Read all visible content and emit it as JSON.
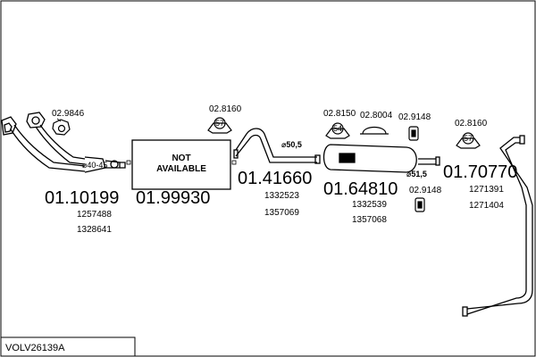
{
  "diagram": {
    "code": "VOLV26139A",
    "not_available_line1": "NOT",
    "not_available_line2": "AVAILABLE",
    "parts": [
      {
        "main": "01.10199",
        "refs": [
          "1257488",
          "1328641"
        ]
      },
      {
        "main": "01.99930",
        "refs": []
      },
      {
        "main": "01.41660",
        "refs": [
          "1332523",
          "1357069"
        ]
      },
      {
        "main": "01.64810",
        "refs": [
          "1332539",
          "1357068"
        ]
      },
      {
        "main": "01.70770",
        "refs": [
          "1271391",
          "1271404"
        ]
      }
    ],
    "accessories": [
      {
        "code": "02.9846"
      },
      {
        "code": "02.8160",
        "badge": "57"
      },
      {
        "code": "02.8150",
        "badge": "54"
      },
      {
        "code": "02.8004"
      },
      {
        "code": "02.9148"
      },
      {
        "code": "02.9148"
      },
      {
        "code": "02.8160",
        "badge": "57"
      }
    ],
    "diameters": [
      "⌀50,5",
      "⌀51,5",
      "⌀40-45"
    ]
  }
}
